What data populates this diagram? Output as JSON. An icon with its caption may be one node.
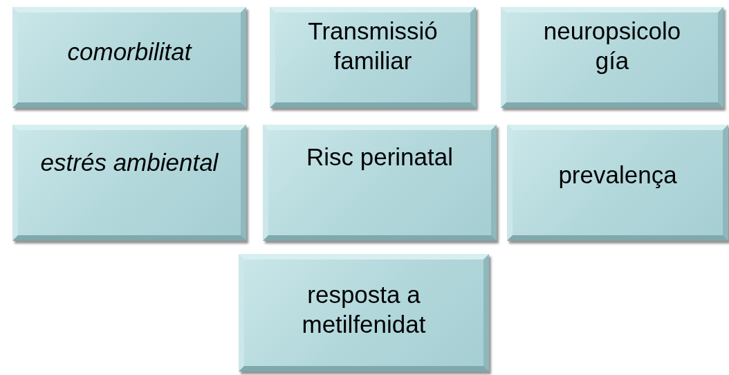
{
  "diagram": {
    "nodes": [
      {
        "text": [
          "comorbilitat"
        ]
      },
      {
        "text": [
          "Transmissió familiar"
        ]
      },
      {
        "text": [
          "neuropsicolo gía"
        ]
      },
      {
        "text": [
          "estrés ambiental"
        ]
      },
      {
        "text": [
          "Risc perinatal"
        ]
      },
      {
        "text": [
          "prevalença"
        ]
      },
      {
        "text": [
          "resposta a metilfenidat"
        ]
      }
    ]
  }
}
